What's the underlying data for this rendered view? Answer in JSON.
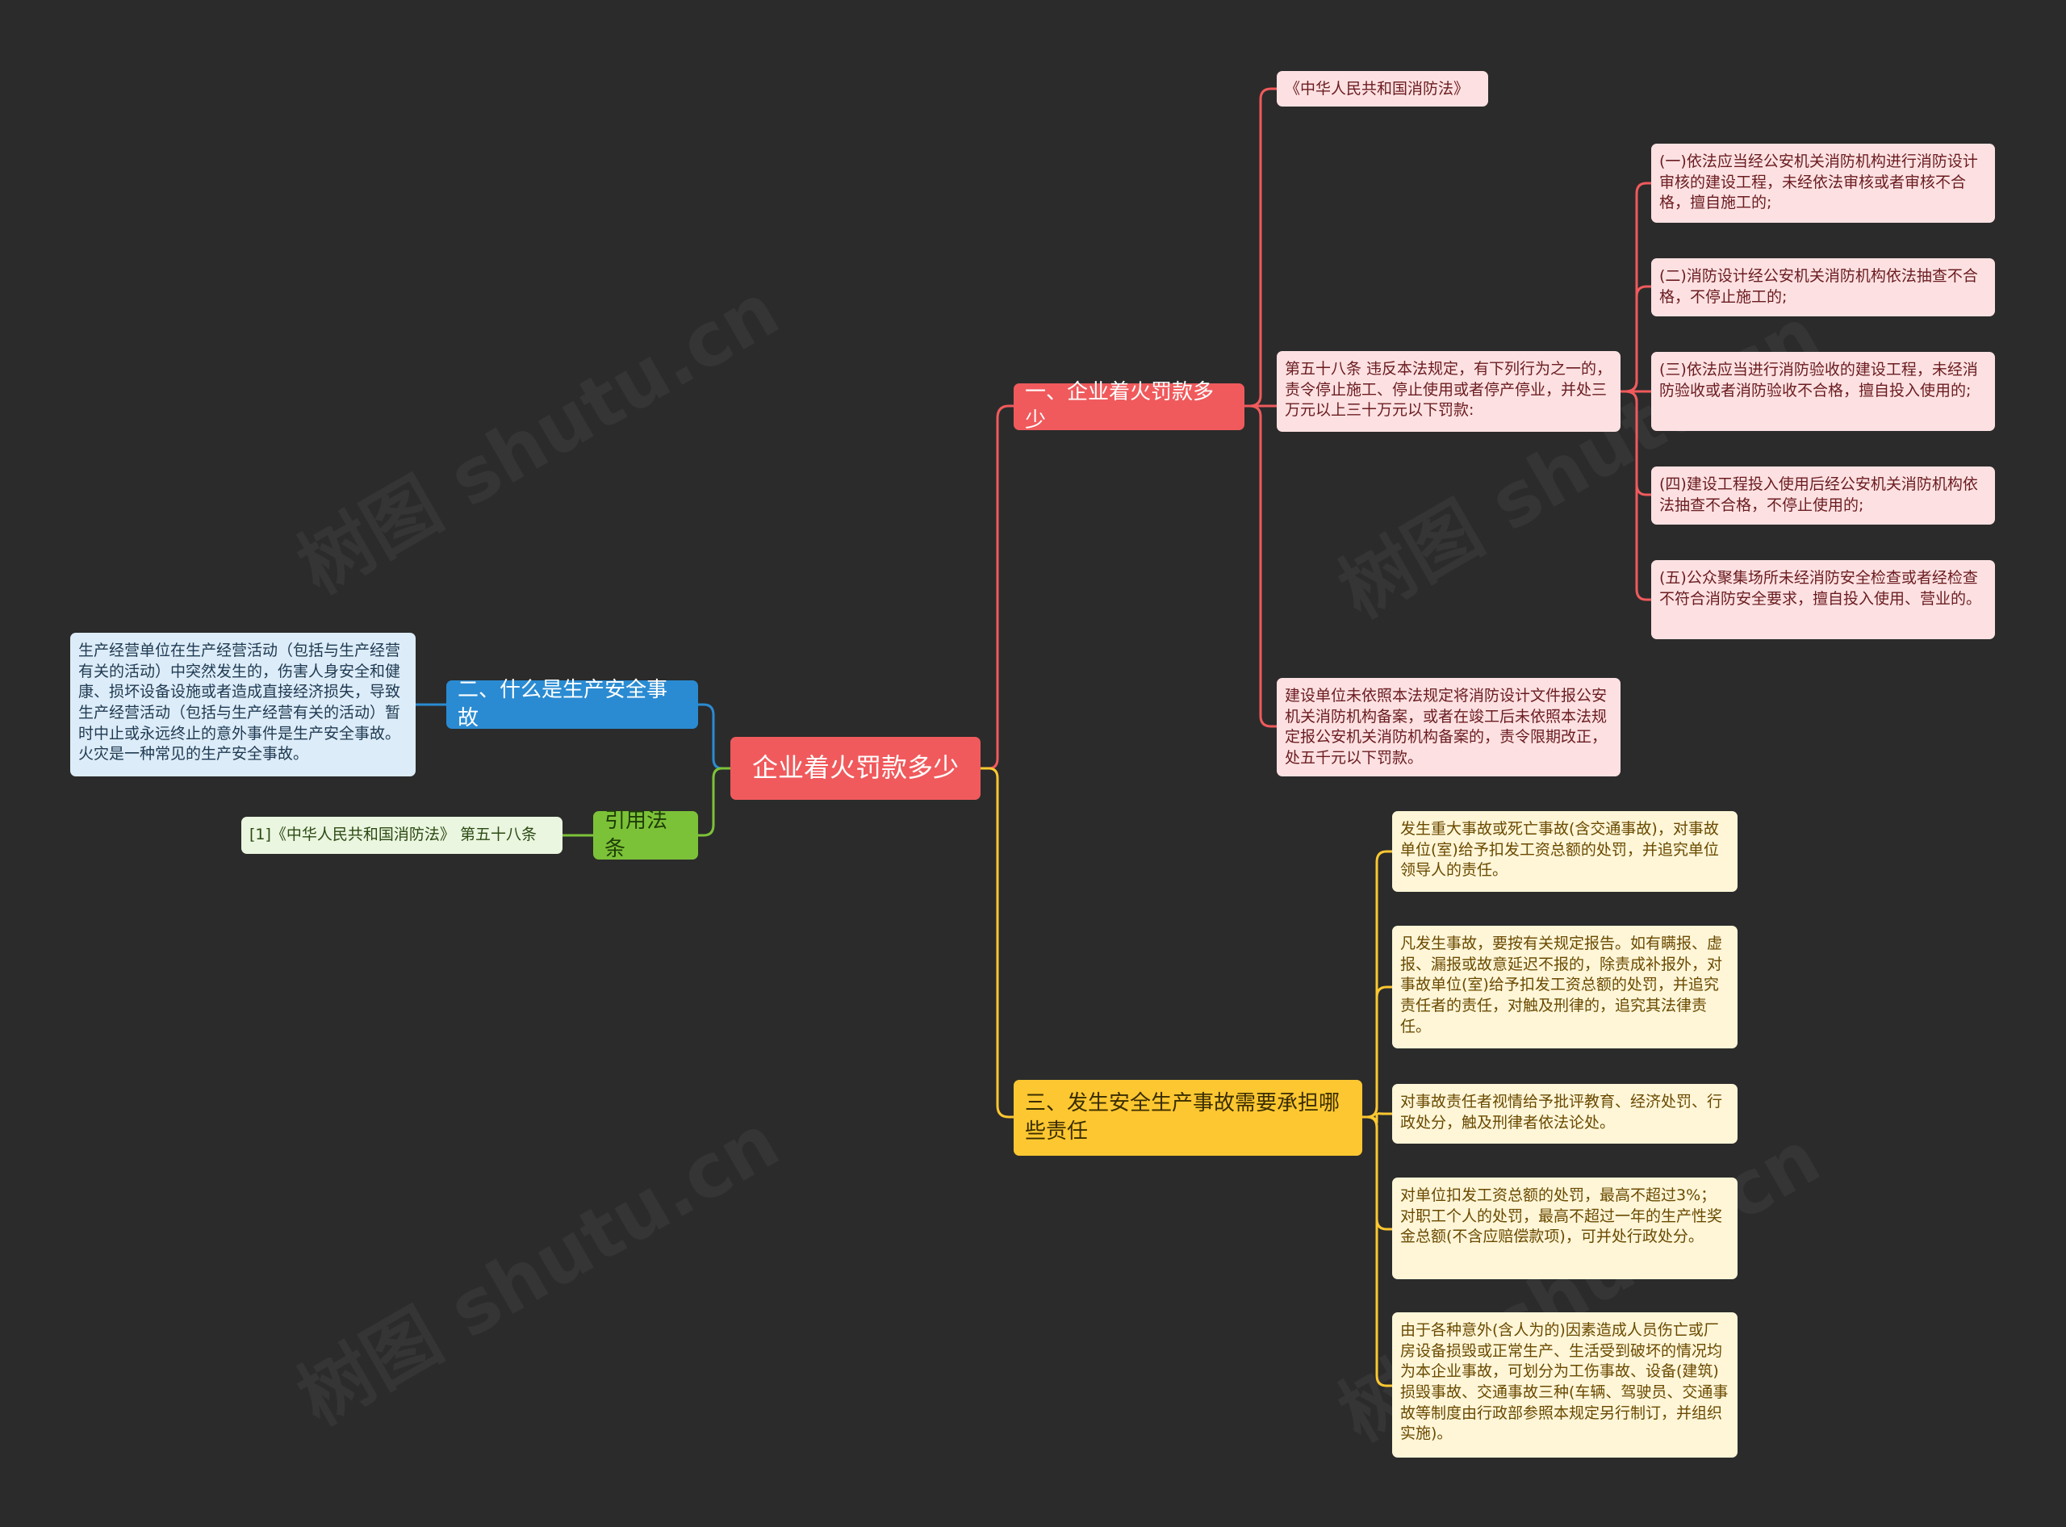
{
  "watermark": "树图 shutu.cn",
  "colors": {
    "background": "#2b2b2b",
    "red": "#f05a5c",
    "blue": "#2a8bd2",
    "green": "#7cc238",
    "yellow": "#fdc731"
  },
  "root": {
    "label": "企业着火罚款多少"
  },
  "branch1": {
    "label": "一、企业着火罚款多少",
    "law": "《中华人民共和国消防法》",
    "article": "第五十八条 违反本法规定，有下列行为之一的，责令停止施工、停止使用或者停产停业，并处三万元以上三十万元以下罚款:",
    "items": [
      "(一)依法应当经公安机关消防机构进行消防设计审核的建设工程，未经依法审核或者审核不合格，擅自施工的;",
      "(二)消防设计经公安机关消防机构依法抽查不合格，不停止施工的;",
      "(三)依法应当进行消防验收的建设工程，未经消防验收或者消防验收不合格，擅自投入使用的;",
      "(四)建设工程投入使用后经公安机关消防机构依法抽查不合格，不停止使用的;",
      "(五)公众聚集场所未经消防安全检查或者经检查不符合消防安全要求，擅自投入使用、营业的。"
    ],
    "other": "建设单位未依照本法规定将消防设计文件报公安机关消防机构备案，或者在竣工后未依照本法规定报公安机关消防机构备案的，责令限期改正，处五千元以下罚款。"
  },
  "branch2": {
    "label": "二、什么是生产安全事故",
    "definition": "生产经营单位在生产经营活动（包括与生产经营有关的活动）中突然发生的，伤害人身安全和健康、损坏设备设施或者造成直接经济损失，导致生产经营活动（包括与生产经营有关的活动）暂时中止或永远终止的意外事件是生产安全事故。火灾是一种常见的生产安全事故。"
  },
  "branch3": {
    "label": "三、发生安全生产事故需要承担哪些责任",
    "items": [
      "发生重大事故或死亡事故(含交通事故)，对事故单位(室)给予扣发工资总额的处罚，并追究单位领导人的责任。",
      "凡发生事故，要按有关规定报告。如有瞒报、虚报、漏报或故意延迟不报的，除责成补报外，对事故单位(室)给予扣发工资总额的处罚，并追究责任者的责任，对触及刑律的，追究其法律责任。",
      "对事故责任者视情给予批评教育、经济处罚、行政处分，触及刑律者依法论处。",
      "对单位扣发工资总额的处罚，最高不超过3%；对职工个人的处罚，最高不超过一年的生产性奖金总额(不含应赔偿款项)，可并处行政处分。",
      "由于各种意外(含人为的)因素造成人员伤亡或厂房设备损毁或正常生产、生活受到破坏的情况均为本企业事故，可划分为工伤事故、设备(建筑)损毁事故、交通事故三种(车辆、驾驶员、交通事故等制度由行政部参照本规定另行制订，并组织实施)。"
    ]
  },
  "branch4": {
    "label": "引用法条",
    "citation": "[1]《中华人民共和国消防法》 第五十八条"
  }
}
